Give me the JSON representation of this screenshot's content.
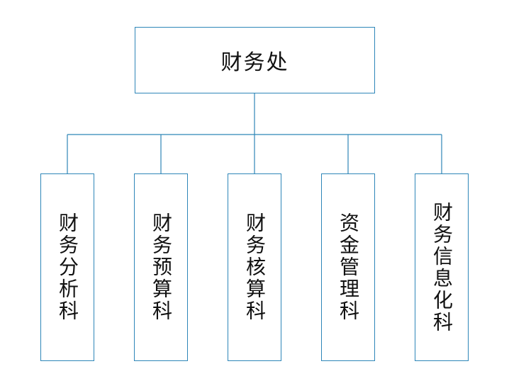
{
  "root": {
    "label": "财务处"
  },
  "departments": [
    {
      "label": "财务分析科"
    },
    {
      "label": "财务预算科"
    },
    {
      "label": "财务核算科"
    },
    {
      "label": "资金管理科"
    },
    {
      "label": "财务信息化科"
    }
  ],
  "colors": {
    "border": "#2e86b8",
    "text": "#111111",
    "background": "#ffffff"
  }
}
